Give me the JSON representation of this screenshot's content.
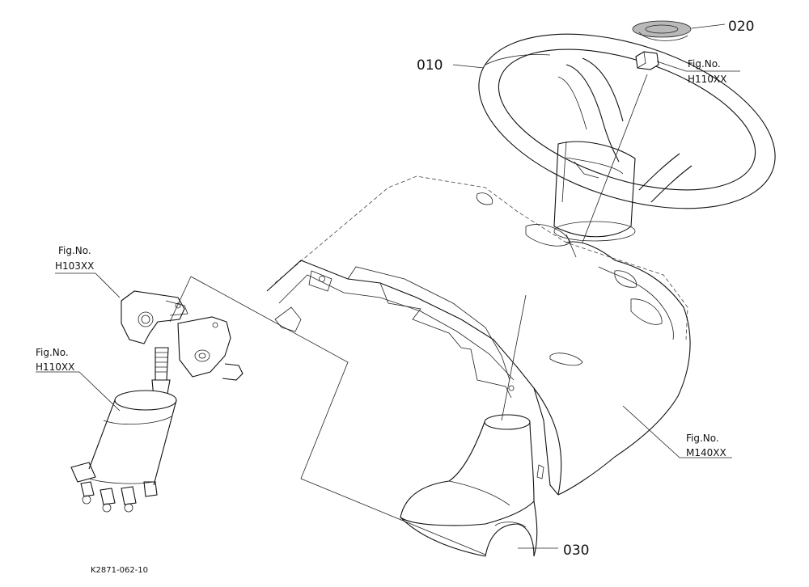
{
  "parts": {
    "p010": "010",
    "p020": "020",
    "p030": "030"
  },
  "figure_refs": {
    "prefix": "Fig.No.",
    "steering_nut": "H110XX",
    "column_bracket": "H103XX",
    "steering_unit": "H110XX",
    "dash_panel": "M140XX"
  },
  "drawing_code": "K2871-062-10"
}
